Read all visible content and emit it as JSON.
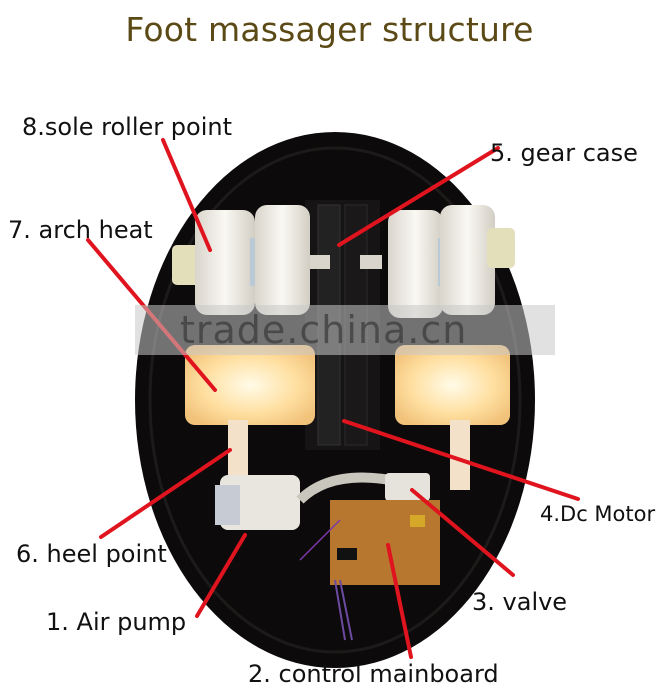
{
  "title": "Foot massager structure",
  "watermark": "trade.china.cn",
  "colors": {
    "title": "#5b4a16",
    "callout_line": "#e0141e",
    "device_body": "#0c0a0a",
    "rollers": "#ece9e2",
    "heat_glow": "#ffe7b8",
    "board": "#b8772e"
  },
  "callouts": [
    {
      "id": 1,
      "label": "1. Air pump"
    },
    {
      "id": 2,
      "label": "2. control  mainboard"
    },
    {
      "id": 3,
      "label": "3. valve"
    },
    {
      "id": 4,
      "label": "4.Dc Motor"
    },
    {
      "id": 5,
      "label": "5. gear case"
    },
    {
      "id": 6,
      "label": "6. heel point"
    },
    {
      "id": 7,
      "label": "7. arch heat"
    },
    {
      "id": 8,
      "label": "8.sole roller point"
    }
  ]
}
